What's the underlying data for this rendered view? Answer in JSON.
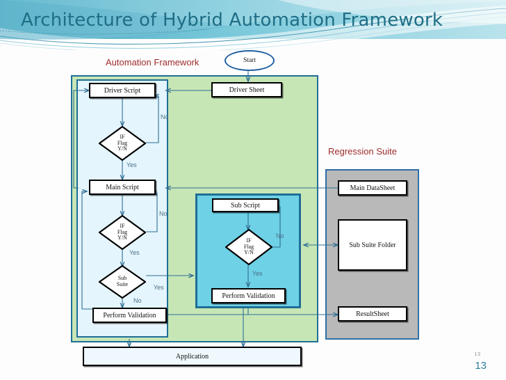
{
  "slide": {
    "title": "Architecture of Hybrid Automation Framework",
    "page_number": "13",
    "page_number_shadow": "13",
    "title_color": "#1f6e86",
    "banner_color": "#6cbfd4"
  },
  "captions": {
    "automation_framework": "Automation Framework",
    "regression_suite": "Regression Suite",
    "caption_color": "#9e2b2b"
  },
  "panels": {
    "green": {
      "name": "automation-framework-panel",
      "color": "#c7e6b6"
    },
    "blue": {
      "name": "driver-main-script-panel",
      "color": "#e4f5fd"
    },
    "cyan": {
      "name": "sub-script-panel",
      "color": "#6ed1e6"
    },
    "gray": {
      "name": "regression-suite-panel",
      "color": "#b9b9b9"
    }
  },
  "nodes": {
    "start": "Start",
    "driver_sheet": "Driver Sheet",
    "driver_script": "Driver Script",
    "main_script": "Main Script",
    "sub_script": "Sub Script",
    "perform_validation_main": "Perform Validation",
    "perform_validation_sub": "Perform Validation",
    "application": "Application",
    "main_datasheet": "Main DataSheet",
    "sub_suite_folder": "Sub Suite Folder",
    "result_sheet": "ResultSheet"
  },
  "decisions": {
    "if_flag_driver": {
      "l1": "IF",
      "l2": "Flag",
      "l3": "Y/N"
    },
    "if_flag_main": {
      "l1": "IF",
      "l2": "Flag",
      "l3": "Y/N"
    },
    "if_flag_sub": {
      "l1": "IF",
      "l2": "Flag",
      "l3": "Y/N"
    },
    "sub_suite": {
      "l1": "Sub",
      "l2": "Suite",
      "l3": ""
    }
  },
  "edge_labels": {
    "driver_no": "No",
    "driver_yes": "Yes",
    "main_no": "No",
    "main_yes": "Yes",
    "subsuite_yes": "Yes",
    "subsuite_no": "No",
    "sub_no": "No",
    "sub_yes": "Yes"
  }
}
